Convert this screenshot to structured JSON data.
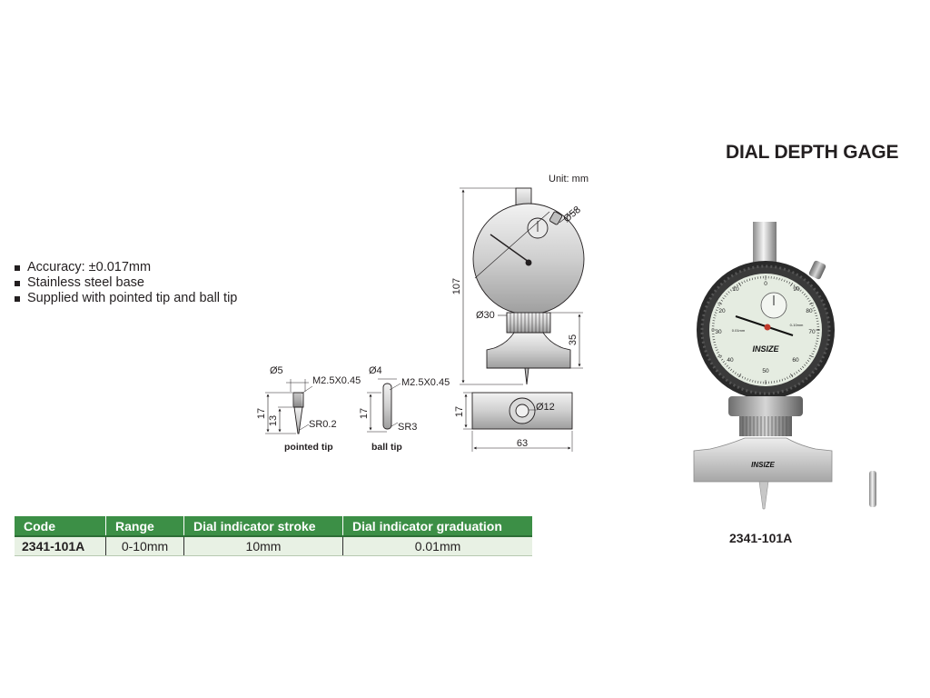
{
  "title": "DIAL DEPTH GAGE",
  "features": [
    "Accuracy: ±0.017mm",
    "Stainless steel base",
    "Supplied with pointed tip and ball tip"
  ],
  "drawing": {
    "unit": "Unit: mm",
    "dim_107": "107",
    "dim_dia58": "Ø58",
    "dim_dia30": "Ø30",
    "dim_35": "35",
    "dim_dia5": "Ø5",
    "dim_m25_a": "M2.5X0.45",
    "dim_17_a": "17",
    "dim_13": "13",
    "dim_sr02": "SR0.2",
    "label_pointed_tip": "pointed tip",
    "dim_dia4": "Ø4",
    "dim_m25_b": "M2.5X0.45",
    "dim_17_b": "17",
    "dim_sr3": "SR3",
    "label_ball_tip": "ball tip",
    "dim_17_c": "17",
    "dim_dia12": "Ø12",
    "dim_63": "63"
  },
  "dial": {
    "top_labels": [
      "0",
      "90",
      "10"
    ],
    "left_labels": [
      "20",
      "30",
      "40"
    ],
    "right_labels": [
      "80",
      "70",
      "60"
    ],
    "bottom_label": "50",
    "brand": "INSIZE",
    "range_text": "0-10mm",
    "grad_text": "0.01mm",
    "base_brand": "INSIZE"
  },
  "table": {
    "headers": [
      "Code",
      "Range",
      "Dial indicator stroke",
      "Dial indicator graduation"
    ],
    "rows": [
      [
        "2341-101A",
        "0-10mm",
        "10mm",
        "0.01mm"
      ]
    ]
  },
  "product_code": "2341-101A",
  "colors": {
    "header_green": "#3c8f46",
    "row_green": "#e8f1e4",
    "dial_face": "#e5ece1",
    "bezel": "#2a2a2a",
    "needle": "#c0392b"
  }
}
